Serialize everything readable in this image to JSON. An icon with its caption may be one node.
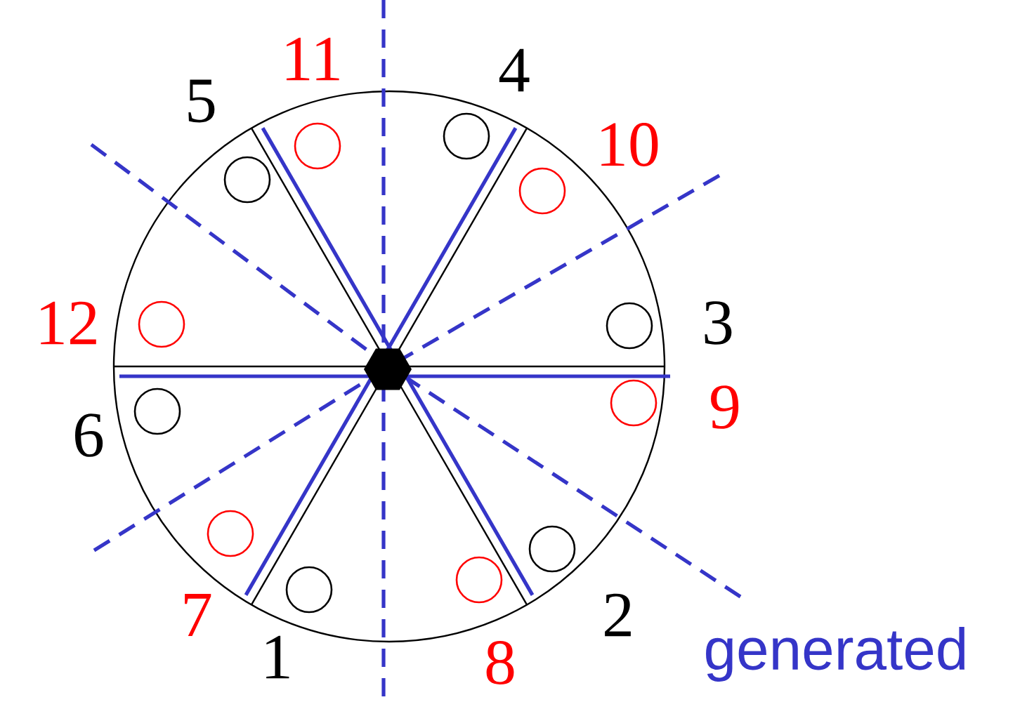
{
  "diagram": {
    "nodes": [
      {
        "text": [],
        "shape": "circle",
        "beside": [
          "4"
        ]
      },
      {
        "text": [],
        "shape": "circle",
        "beside": [
          "11"
        ]
      },
      {
        "text": [],
        "shape": "circle",
        "beside": [
          "5"
        ]
      },
      {
        "text": [],
        "shape": "circle",
        "beside": [
          "10"
        ]
      },
      {
        "text": [],
        "shape": "circle",
        "beside": [
          "12"
        ]
      },
      {
        "text": [],
        "shape": "circle",
        "beside": [
          "3"
        ]
      },
      {
        "text": [],
        "shape": "circle",
        "beside": [
          "9"
        ]
      },
      {
        "text": [],
        "shape": "circle",
        "beside": [
          "6"
        ]
      },
      {
        "text": [],
        "shape": "circle",
        "beside": [
          "7"
        ]
      },
      {
        "text": [],
        "shape": "circle",
        "beside": [
          "2"
        ]
      },
      {
        "text": [],
        "shape": "circle",
        "beside": [
          "8"
        ]
      },
      {
        "text": [],
        "shape": "circle",
        "beside": [
          "1"
        ]
      }
    ],
    "labels": [
      "generated"
    ]
  }
}
